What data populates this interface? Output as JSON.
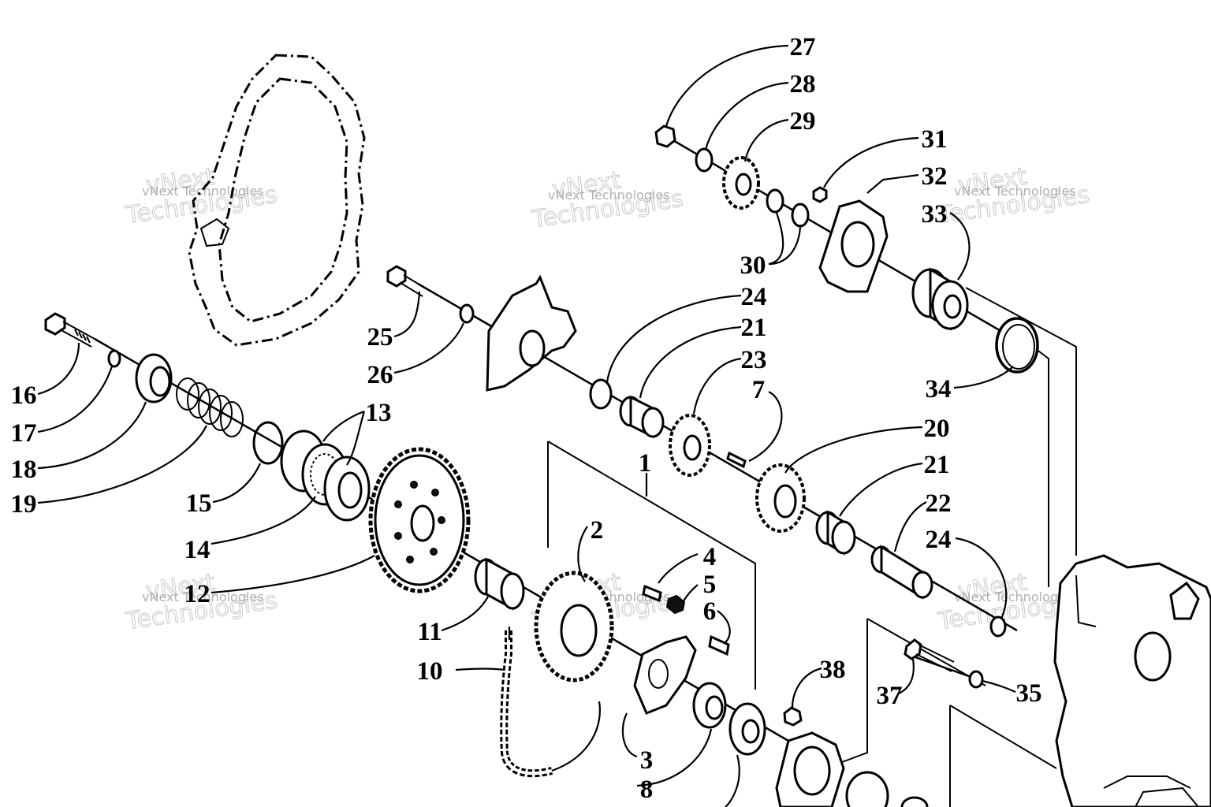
{
  "callouts": [
    "1",
    "2",
    "3",
    "4",
    "5",
    "6",
    "7",
    "8",
    "10",
    "11",
    "12",
    "13",
    "14",
    "15",
    "16",
    "17",
    "18",
    "19",
    "20",
    "21",
    "21",
    "22",
    "23",
    "24",
    "24",
    "25",
    "26",
    "27",
    "28",
    "29",
    "30",
    "31",
    "32",
    "33",
    "34",
    "35",
    "37",
    "38"
  ],
  "watermarks": [
    {
      "small": "vNext Technologies",
      "big1": "vNext",
      "big2": "Technologies"
    },
    {
      "small": "vNext Technologies",
      "big1": "vNext",
      "big2": "Technologies"
    },
    {
      "small": "vNext Technologies",
      "big1": "vNext",
      "big2": "Technologies"
    },
    {
      "small": "vNext Technologies",
      "big1": "vNext",
      "big2": "Technologies"
    },
    {
      "small": "vNext Technologies",
      "big1": "vNext",
      "big2": "Technologies"
    },
    {
      "small": "vNext Technologies",
      "big1": "vNext",
      "big2": "Technologies"
    }
  ]
}
